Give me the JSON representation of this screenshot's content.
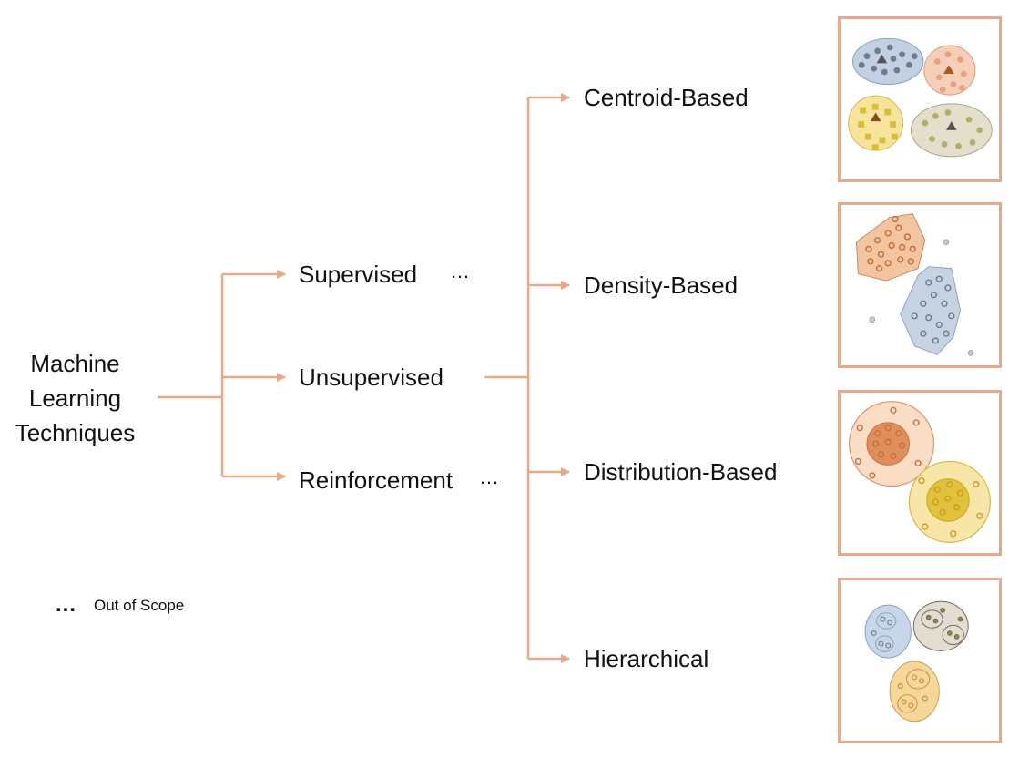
{
  "root": {
    "lines": [
      "Machine",
      "Learning",
      "Techniques"
    ]
  },
  "level1": {
    "supervised": "Supervised",
    "unsupervised": "Unsupervised",
    "reinforcement": "Reinforcement",
    "ellipsis": "…"
  },
  "level2": {
    "centroid": "Centroid-Based",
    "density": "Density-Based",
    "distribution": "Distribution-Based",
    "hierarchical": "Hierarchical"
  },
  "legend": {
    "symbol": "…",
    "text": "Out of Scope"
  },
  "colors": {
    "connector": "#e8a98a",
    "blue": "#a9bcd6",
    "orange": "#f2b891",
    "yellow": "#f0d673",
    "gray": "#d5d0b5"
  }
}
